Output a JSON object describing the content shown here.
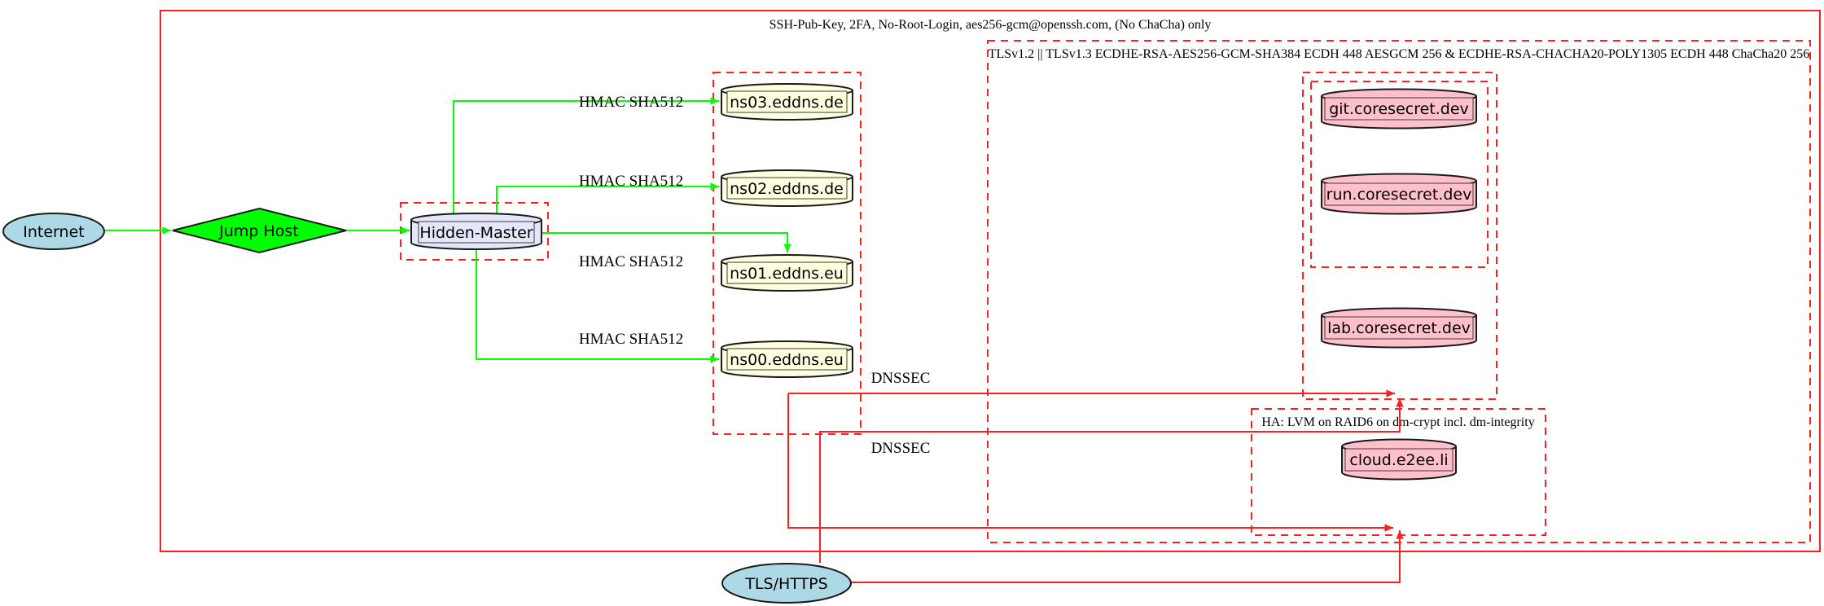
{
  "clusters": {
    "ssh_label": "SSH-Pub-Key, 2FA, No-Root-Login, aes256-gcm@openssh.com, (No ChaCha) only",
    "tls_label": "TLSv1.2 || TLSv1.3 ECDHE-RSA-AES256-GCM-SHA384 ECDH 448 AESGCM 256 & ECDHE-RSA-CHACHA20-POLY1305 ECDH 448 ChaCha20 256",
    "ha_label": "HA: LVM on RAID6 on dm-crypt incl. dm-integrity"
  },
  "nodes": {
    "internet": "Internet",
    "jump_host": "Jump Host",
    "hidden_master": "Hidden-Master",
    "ns03": "ns03.eddns.de",
    "ns02": "ns02.eddns.de",
    "ns01": "ns01.eddns.eu",
    "ns00": "ns00.eddns.eu",
    "git": "git.coresecret.dev",
    "run": "run.coresecret.dev",
    "lab": "lab.coresecret.dev",
    "cloud": "cloud.e2ee.li",
    "tls_https": "TLS/HTTPS"
  },
  "edge_labels": {
    "hmac": "HMAC SHA512",
    "dnssec": "DNSSEC"
  },
  "colors": {
    "cluster_border": "#ff1f1f",
    "edge_ssh": "#00ff00",
    "edge_dns_tls": "#ff1f1f",
    "internet_fill": "#add8e6",
    "jump_fill": "#00ff00",
    "master_fill": "#e6e6fa",
    "ns_fill": "#ffffe0",
    "service_fill": "#ffc0cb"
  }
}
